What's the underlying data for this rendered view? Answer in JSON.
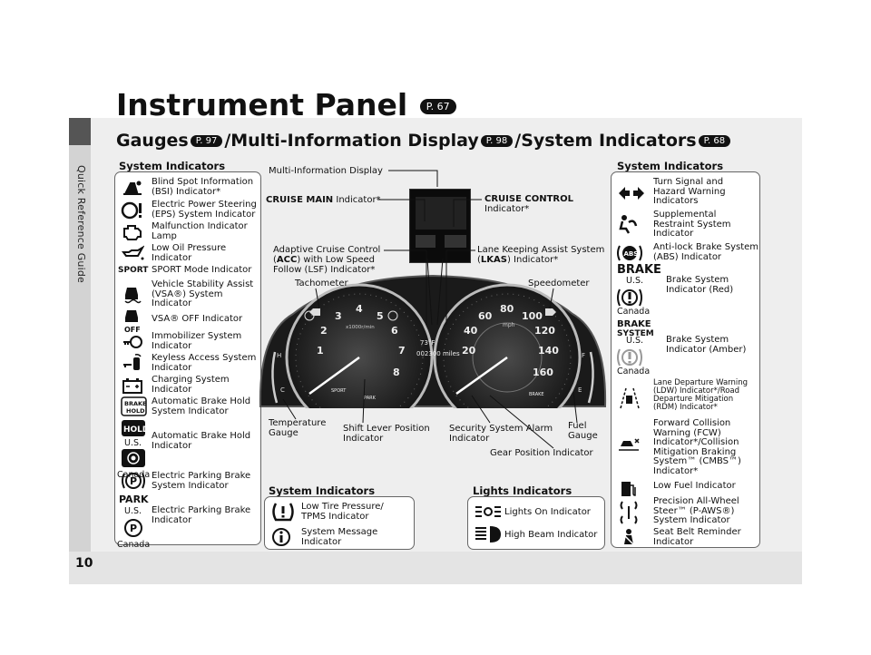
{
  "sidebar": {
    "label": "Quick Reference Guide"
  },
  "page_number": "10",
  "title": {
    "text": "Instrument Panel",
    "ref": "P. 67"
  },
  "subtitle": {
    "gauges": "Gauges",
    "gauges_ref": "P. 97",
    "mid": "/Multi-Information Display",
    "mid_ref": "P. 98",
    "sys": "/System Indicators",
    "sys_ref": "P. 68"
  },
  "left_panel": {
    "heading": "System Indicators",
    "items": [
      {
        "label": "Blind Spot Information\n(BSI) Indicator*"
      },
      {
        "label": "Electric Power Steering\n(EPS) System Indicator"
      },
      {
        "label": "Malfunction Indicator\nLamp"
      },
      {
        "label": "Low Oil Pressure\nIndicator"
      },
      {
        "label": "SPORT Mode Indicator"
      },
      {
        "label": "Vehicle Stability Assist\n(VSA®) System\nIndicator"
      },
      {
        "label": "VSA® OFF Indicator"
      },
      {
        "label": "Immobilizer System\nIndicator"
      },
      {
        "label": "Keyless Access System\nIndicator"
      },
      {
        "label": "Charging System\nIndicator"
      },
      {
        "label": "Automatic Brake Hold\nSystem Indicator"
      },
      {
        "label": "Automatic Brake Hold\nIndicator"
      },
      {
        "label": "Electric Parking Brake\nSystem Indicator"
      },
      {
        "label": "Electric Parking Brake\nIndicator"
      }
    ],
    "us": "U.S.",
    "canada": "Canada"
  },
  "right_panel": {
    "heading": "System Indicators",
    "items": [
      {
        "label": "Turn Signal and\nHazard Warning\nIndicators"
      },
      {
        "label": "Supplemental\nRestraint System\nIndicator"
      },
      {
        "label": "Anti-lock Brake System\n(ABS) Indicator"
      },
      {
        "label": "Brake System\nIndicator (Red)"
      },
      {
        "label": "Brake System\nIndicator (Amber)"
      },
      {
        "label": "Lane Departure Warning\n(LDW) Indicator*/Road\nDeparture Mitigation\n(RDM) Indicator*"
      },
      {
        "label": "Forward Collision\nWarning (FCW)\nIndicator*/Collision\nMitigation Braking\nSystem™ (CMBS™)\nIndicator*"
      },
      {
        "label": "Low Fuel Indicator"
      },
      {
        "label": "Precision All-Wheel\nSteer™ (P-AWS®)\nSystem Indicator"
      },
      {
        "label": "Seat Belt Reminder\nIndicator"
      }
    ],
    "us": "U.S.",
    "canada": "Canada"
  },
  "bottom_system": {
    "heading": "System Indicators",
    "items": [
      {
        "label": "Low Tire Pressure/\nTPMS Indicator"
      },
      {
        "label": "System Message\nIndicator"
      }
    ]
  },
  "lights": {
    "heading": "Lights Indicators",
    "items": [
      {
        "label": "Lights On Indicator"
      },
      {
        "label": "High Beam Indicator"
      }
    ]
  },
  "callouts": {
    "mid": "Multi-Information Display",
    "cruise_main_b": "CRUISE MAIN",
    "cruise_main": " Indicator*",
    "cruise_control_b": "CRUISE CONTROL",
    "cruise_control": "Indicator*",
    "acc_1": "Adaptive Cruise Control",
    "acc_2b": "ACC",
    "acc_2": ") with Low Speed",
    "acc_3": "Follow (LSF) Indicator*",
    "lkas_1": "Lane Keeping Assist System",
    "lkas_2b": "LKAS",
    "lkas_2": ") Indicator*",
    "tachometer": "Tachometer",
    "speedometer": "Speedometer",
    "temperature": "Temperature\nGauge",
    "shift": "Shift Lever Position\nIndicator",
    "security": "Security System Alarm\nIndicator",
    "fuel": "Fuel\nGauge",
    "gear": "Gear Position Indicator"
  },
  "cluster": {
    "tach_ticks": [
      "1",
      "2",
      "3",
      "4",
      "5",
      "6",
      "7",
      "8"
    ],
    "tach_unit": "x1000r/min",
    "speed_ticks": [
      "20",
      "40",
      "60",
      "80",
      "100",
      "120",
      "140",
      "160"
    ],
    "speed_unit": "mph",
    "temp_reading": "73°F",
    "odometer": "002300 miles",
    "brake_label": "BRAKE",
    "park_label": "PARK",
    "hold_label": "HOLD",
    "sport_label": "SPORT",
    "gauge_h": "H",
    "gauge_c": "C",
    "gauge_f": "F",
    "gauge_e": "E"
  }
}
